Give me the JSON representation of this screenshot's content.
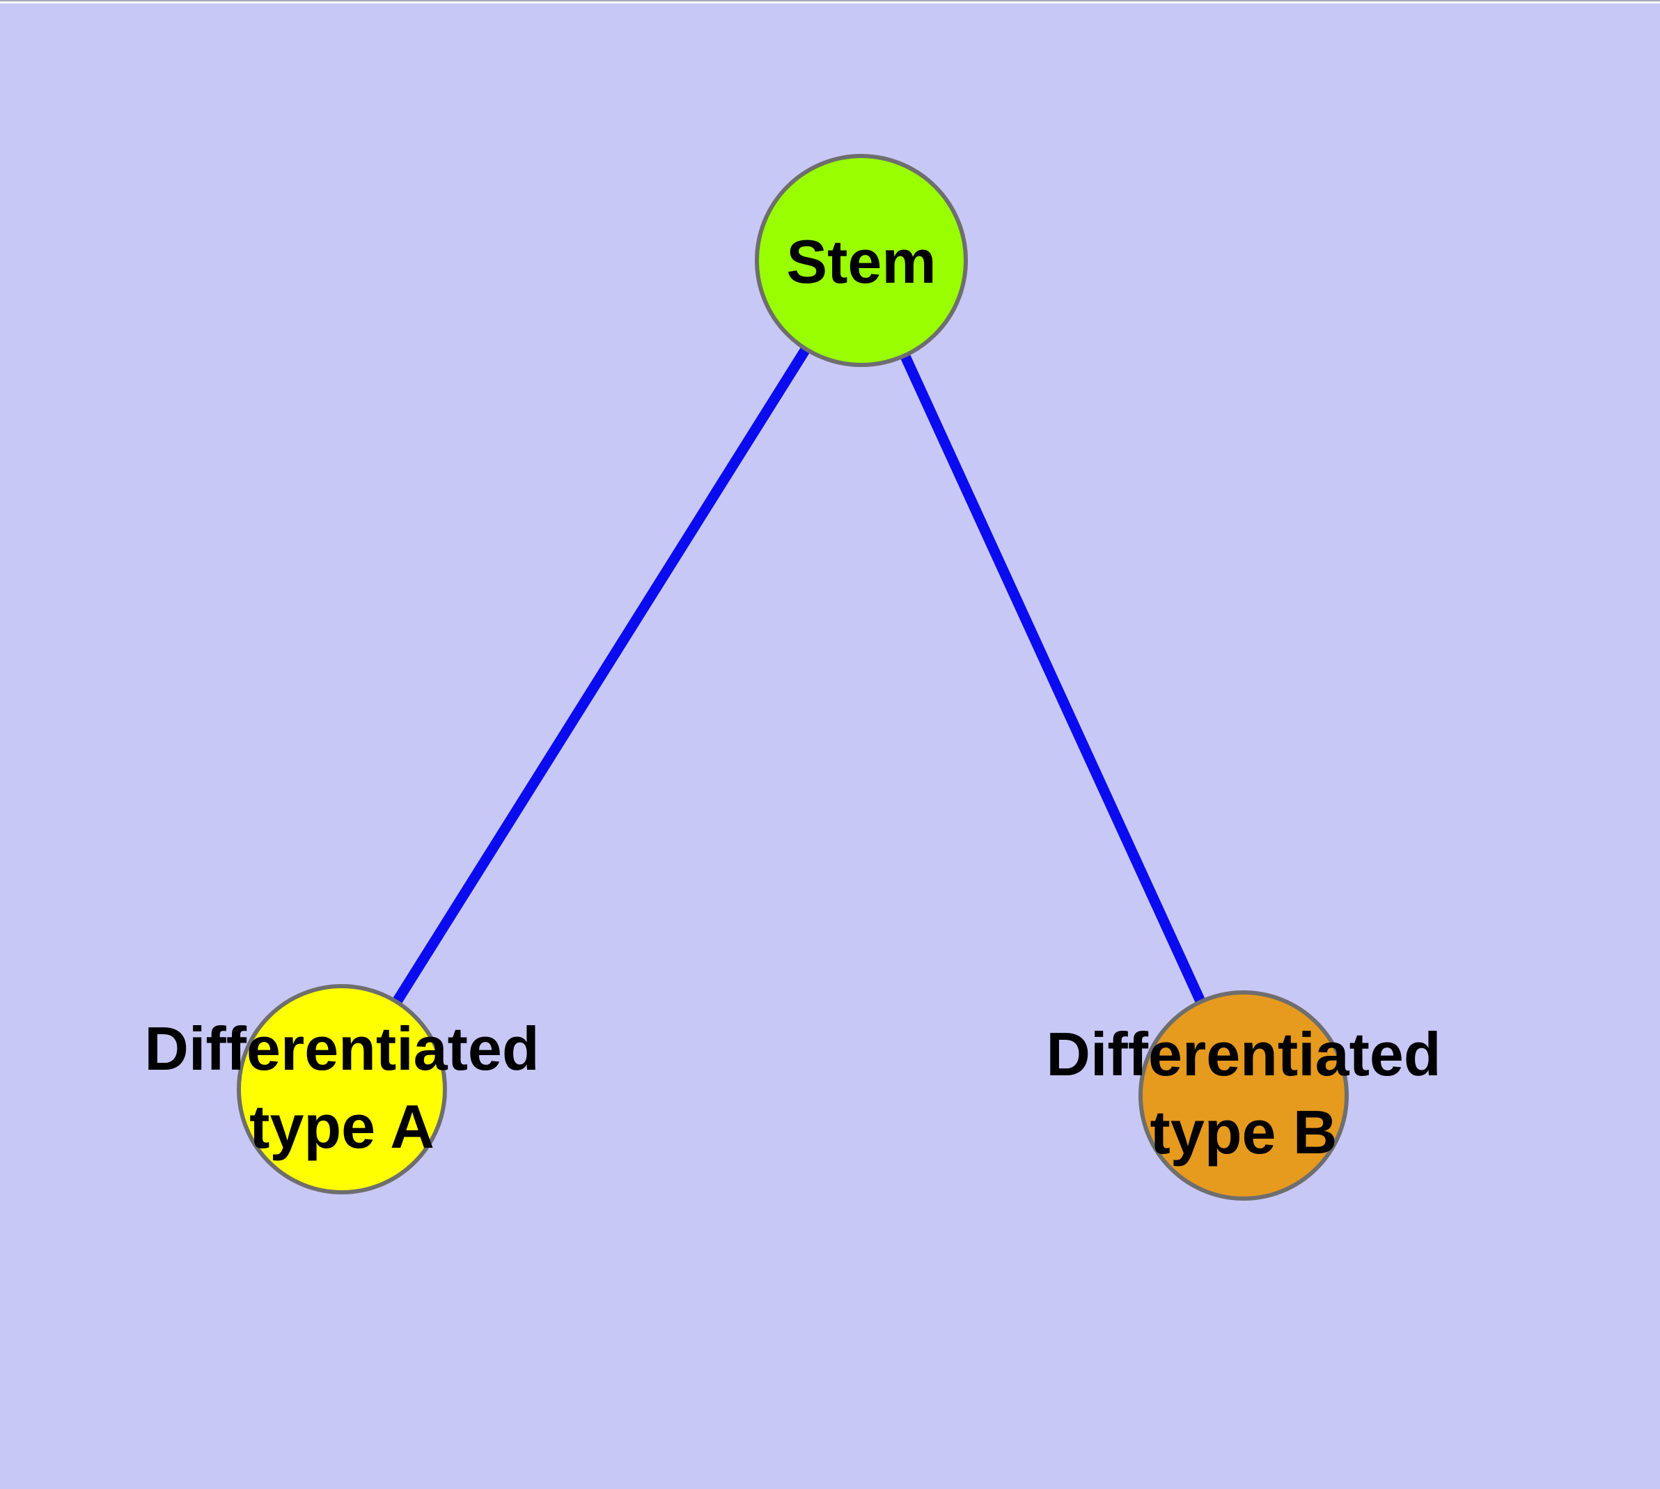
{
  "diagram": {
    "background_color": "#c8c8f7",
    "edge_color": "#0b0bf0",
    "node_border_color": "#6e6e6e",
    "label_color": "#000000",
    "nodes": [
      {
        "id": "stem",
        "label": "Stem",
        "label_line1": "Stem",
        "label_line2": "",
        "fill": "#99fe00"
      },
      {
        "id": "differentiated-type-a",
        "label": "Differentiated type A",
        "label_line1": "Differentiated",
        "label_line2": "type A",
        "fill": "#ffff00"
      },
      {
        "id": "differentiated-type-b",
        "label": "Differentiated type B",
        "label_line1": "Differentiated",
        "label_line2": "type B",
        "fill": "#e69a1e"
      }
    ],
    "edges": [
      {
        "from": "Stem",
        "to": "Differentiated type A"
      },
      {
        "from": "Stem",
        "to": "Differentiated type B"
      }
    ]
  }
}
